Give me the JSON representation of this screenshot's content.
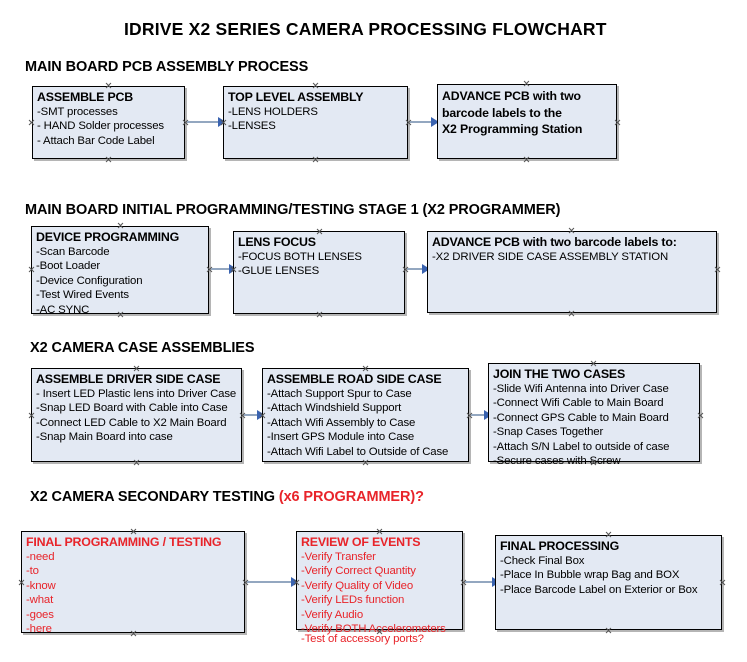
{
  "document": {
    "title": "IDRIVE X2  SERIES CAMERA PROCESSING FLOWCHART"
  },
  "colors": {
    "box_fill": "#e3e9f3",
    "box_border": "#000000",
    "accent_red": "#e8242a",
    "connector_line": "#93a7c0",
    "connector_head": "#3a63b0",
    "text": "#000000"
  },
  "sections": [
    {
      "heading": "MAIN BOARD PCB ASSEMBLY PROCESS",
      "heading_accent": "",
      "boxes": [
        {
          "title": "ASSEMBLE PCB",
          "lines": [
            "-SMT processes",
            "- HAND Solder processes",
            "- Attach Bar Code Label"
          ],
          "bold_lines": false,
          "color": "black"
        },
        {
          "title": "TOP LEVEL ASSEMBLY",
          "lines": [
            "-LENS HOLDERS",
            "-LENSES"
          ],
          "bold_lines": false,
          "color": "black"
        },
        {
          "title": "ADVANCE PCB with two",
          "lines": [
            "barcode labels to the",
            " X2 Programming Station"
          ],
          "bold_lines": true,
          "color": "black"
        }
      ]
    },
    {
      "heading": "MAIN BOARD INITIAL PROGRAMMING/TESTING STAGE 1 (X2 PROGRAMMER)",
      "heading_accent": "",
      "boxes": [
        {
          "title": "DEVICE PROGRAMMING",
          "lines": [
            "-Scan Barcode",
            "-Boot Loader",
            "-Device Configuration",
            "-Test Wired Events",
            "-AC SYNC"
          ],
          "bold_lines": false,
          "color": "black"
        },
        {
          "title": "LENS FOCUS",
          "lines": [
            "-FOCUS BOTH LENSES",
            "-GLUE LENSES"
          ],
          "bold_lines": false,
          "color": "black"
        },
        {
          "title": "ADVANCE PCB with two barcode labels to:",
          "lines": [
            "-X2 DRIVER  SIDE  CASE  ASSEMBLY STATION"
          ],
          "bold_lines": false,
          "color": "black"
        }
      ]
    },
    {
      "heading": "X2 CAMERA CASE ASSEMBLIES",
      "heading_accent": "",
      "boxes": [
        {
          "title": "ASSEMBLE DRIVER SIDE CASE",
          "lines": [
            "- Insert LED Plastic lens into Driver Case",
            "-Snap LED Board with Cable into Case",
            "-Connect LED Cable to X2 Main Board",
            "-Snap Main Board into case"
          ],
          "bold_lines": false,
          "color": "black"
        },
        {
          "title": "ASSEMBLE ROAD SIDE CASE",
          "lines": [
            "-Attach Support Spur to Case",
            "-Attach Windshield Support",
            "-Attach Wifi Assembly to Case",
            "-Insert GPS Module into Case",
            "-Attach Wifi Label to Outside of Case"
          ],
          "bold_lines": false,
          "color": "black"
        },
        {
          "title": "JOIN THE TWO CASES",
          "lines": [
            "-Slide Wifi Antenna into Driver Case",
            "-Connect Wifi Cable to Main Board",
            "-Connect GPS Cable to Main Board",
            "-Snap Cases Together",
            "-Attach S/N Label to outside of case",
            "-Secure cases with Screw"
          ],
          "bold_lines": false,
          "color": "black"
        }
      ]
    },
    {
      "heading": "X2 CAMERA SECONDARY TESTING ",
      "heading_accent": "(x6 PROGRAMMER)?",
      "boxes": [
        {
          "title": "FINAL PROGRAMMING / TESTING",
          "lines": [
            "-need",
            "-to",
            "-know",
            "-what",
            "-goes",
            "-here"
          ],
          "bold_lines": false,
          "color": "red"
        },
        {
          "title": "REVIEW OF EVENTS",
          "lines": [
            "-Verify Transfer",
            "-Verify Correct Quantity",
            "-Verify Quality of Video",
            "-Verify LEDs function",
            "-Verify Audio",
            "-Verify BOTH Accelerometers"
          ],
          "overflow_line": "-Test of accessory ports?",
          "bold_lines": false,
          "color": "red"
        },
        {
          "title": "FINAL PROCESSING",
          "lines": [
            " -Check Final Box",
            "-Place In Bubble wrap Bag and BOX",
            "-Place Barcode Label on Exterior or Box"
          ],
          "bold_lines": false,
          "color": "black"
        }
      ]
    }
  ]
}
